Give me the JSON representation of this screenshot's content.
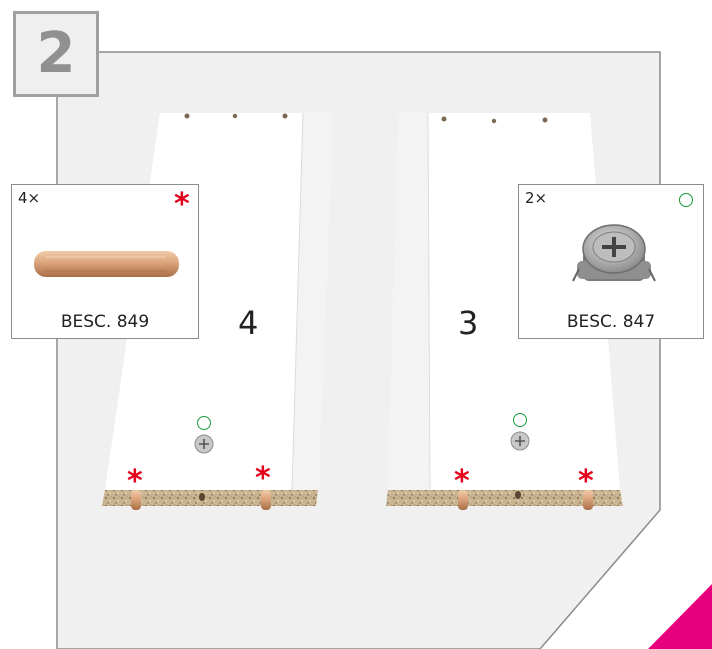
{
  "step": {
    "number": "2"
  },
  "parts": [
    {
      "quantity": "4×",
      "code": "BESC. 849",
      "marker": "star",
      "icon": "wooden-dowel-icon"
    },
    {
      "quantity": "2×",
      "code": "BESC. 847",
      "marker": "circle",
      "icon": "cam-lock-fitting-icon"
    }
  ],
  "panels": [
    {
      "number": "4"
    },
    {
      "number": "3"
    }
  ],
  "markers": {
    "star": "*"
  },
  "colors": {
    "star": "#e4001b",
    "circle": "#1a9a3a",
    "accent": "#e6007e",
    "panel_background": "#f0f0f0"
  }
}
